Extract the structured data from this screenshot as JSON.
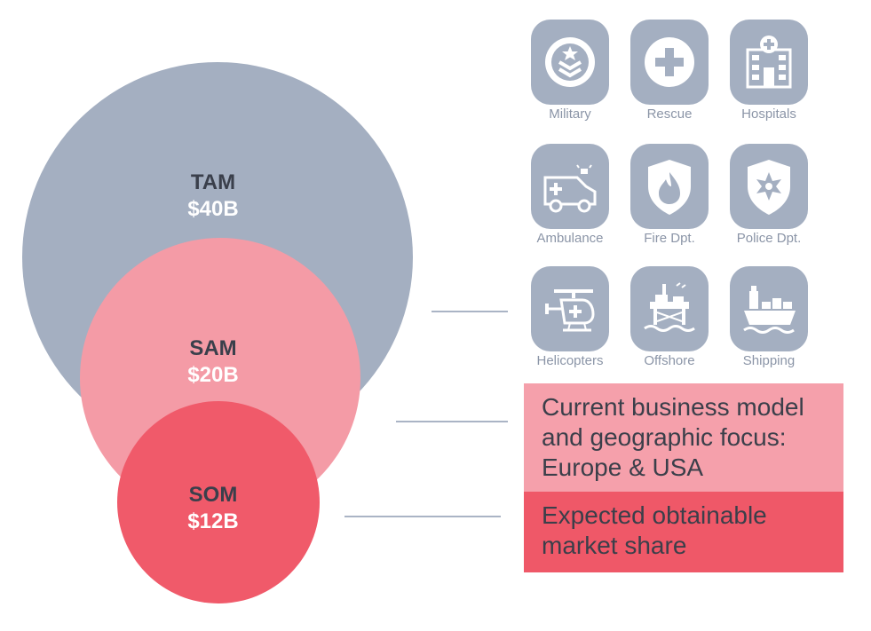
{
  "circles": {
    "tam": {
      "name": "TAM",
      "value": "$40B"
    },
    "sam": {
      "name": "SAM",
      "value": "$20B"
    },
    "som": {
      "name": "SOM",
      "value": "$12B"
    }
  },
  "icons": [
    {
      "label": "Military",
      "icon": "military-badge-icon"
    },
    {
      "label": "Rescue",
      "icon": "medical-cross-icon"
    },
    {
      "label": "Hospitals",
      "icon": "hospital-building-icon"
    },
    {
      "label": "Ambulance",
      "icon": "ambulance-icon"
    },
    {
      "label": "Fire Dpt.",
      "icon": "fire-shield-icon"
    },
    {
      "label": "Police Dpt.",
      "icon": "police-shield-icon"
    },
    {
      "label": "Helicopters",
      "icon": "helicopter-icon"
    },
    {
      "label": "Offshore",
      "icon": "offshore-rig-icon"
    },
    {
      "label": "Shipping",
      "icon": "cargo-ship-icon"
    }
  ],
  "boxes": {
    "current": "Current business model and geographic focus: Europe & USA",
    "expected": "Expected obtainable market share"
  },
  "colors": {
    "tam": "#a4afc1",
    "sam": "#f49ba6",
    "som": "#f05a6a",
    "icon_tile": "#a4afc1",
    "icon_label": "#8b95a7"
  }
}
